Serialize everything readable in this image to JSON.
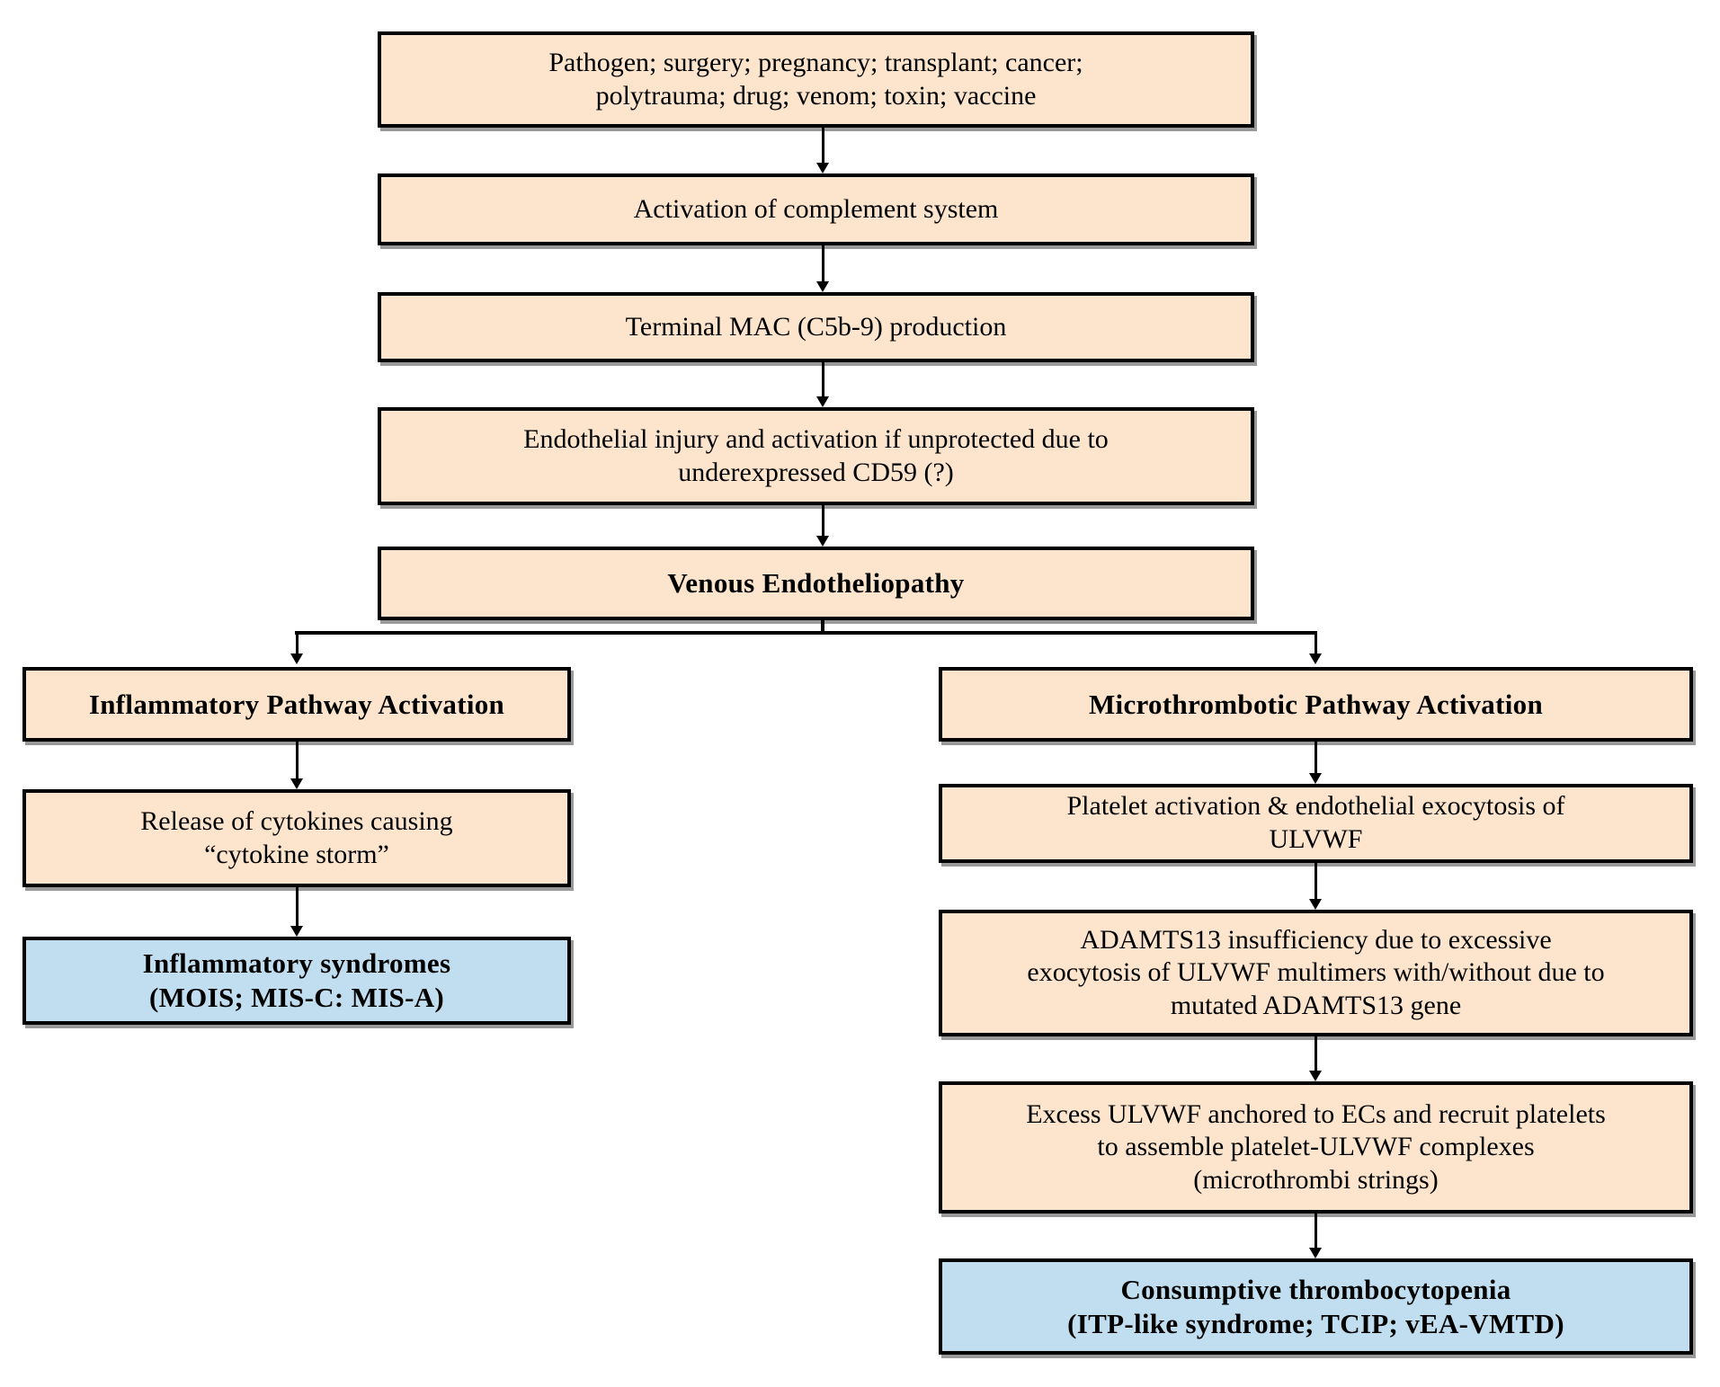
{
  "figure": {
    "type": "flowchart",
    "background": "#ffffff",
    "process_box_fill": "#fde4cc",
    "outcome_box_fill": "#c0def0",
    "border_color": "#000000",
    "text_color": "#000000"
  },
  "boxes": {
    "causes": {
      "lines": [
        "Pathogen; surgery; pregnancy; transplant; cancer;",
        "polytrauma; drug; venom; toxin; vaccine"
      ]
    },
    "complement_activation": {
      "lines": [
        "Activation of complement system"
      ]
    },
    "terminal_mac": {
      "lines": [
        "Terminal MAC (C5b-9) production"
      ]
    },
    "endothelial_injury": {
      "lines": [
        "Endothelial injury and activation if unprotected due to",
        "underexpressed CD59 (?)"
      ]
    },
    "venous_endotheliopathy": {
      "lines": [
        "Venous Endotheliopathy"
      ]
    },
    "inflammatory_pathway": {
      "lines": [
        "Inflammatory Pathway Activation"
      ]
    },
    "cytokine_release": {
      "lines": [
        "Release of cytokines causing",
        "“cytokine storm”"
      ]
    },
    "inflammatory_syndromes": {
      "lines": [
        "Inflammatory syndromes",
        "(MOIS; MIS-C: MIS-A)"
      ]
    },
    "microthrombotic_pathway": {
      "lines": [
        "Microthrombotic Pathway Activation"
      ]
    },
    "platelet_activation": {
      "lines": [
        "Platelet activation & endothelial exocytosis of",
        "ULVWF"
      ]
    },
    "adamts13_insufficiency": {
      "lines": [
        "ADAMTS13 insufficiency due to excessive",
        "exocytosis of ULVWF multimers with/without due to",
        "mutated ADAMTS13 gene"
      ]
    },
    "excess_ulvwf": {
      "lines": [
        "Excess ULVWF anchored to ECs and recruit platelets",
        "to assemble platelet-ULVWF complexes",
        "(microthrombi strings)"
      ]
    },
    "consumptive_thrombocytopenia": {
      "lines": [
        "Consumptive thrombocytopenia",
        "(ITP-like syndrome; TCIP; vEA-VMTD)"
      ]
    }
  }
}
